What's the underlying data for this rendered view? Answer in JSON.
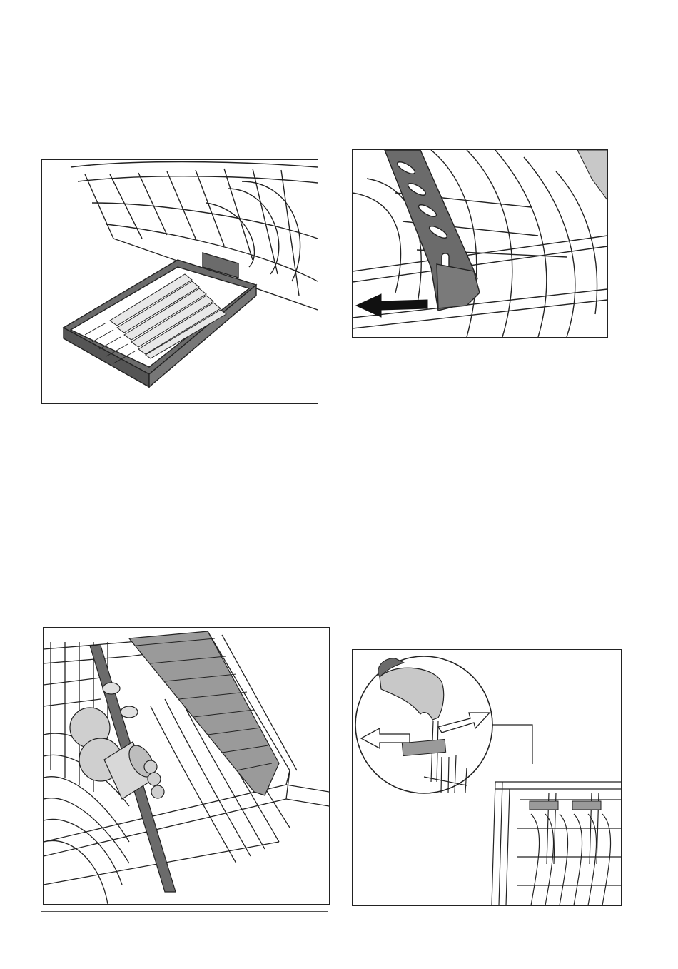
{
  "page": {
    "figures": [
      {
        "subject": "cutlery-tray-in-basket"
      },
      {
        "subject": "folding-tine-clip-with-arrow"
      },
      {
        "subject": "lower-basket-with-cups-and-folded-tines"
      },
      {
        "subject": "hand-adjusting-rack-rods-with-arrows"
      }
    ]
  },
  "colors": {
    "line": "#222222",
    "tray_gray": "#6b6b6b",
    "light_gray": "#c8c8c8",
    "mid_gray": "#9a9a9a"
  }
}
